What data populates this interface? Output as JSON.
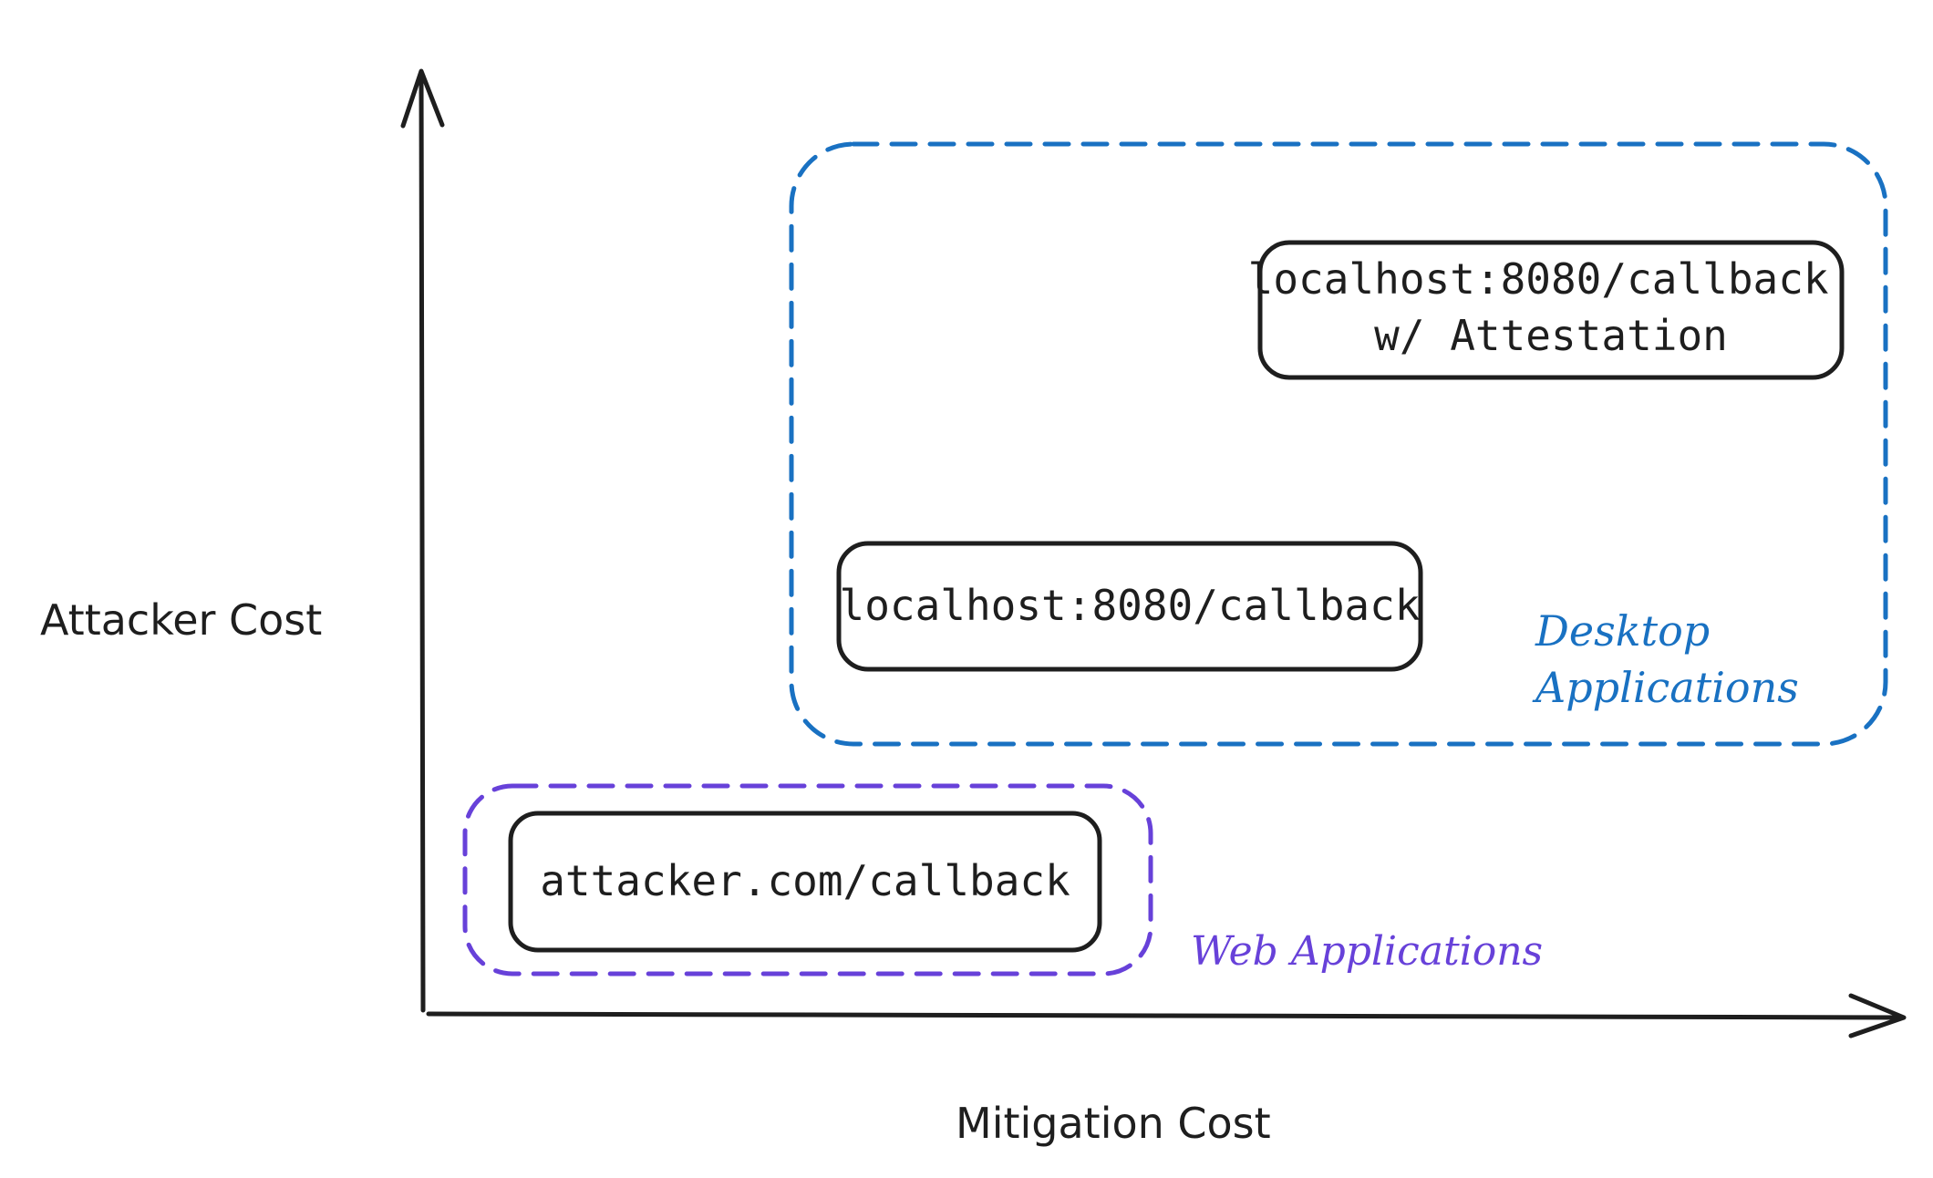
{
  "axes": {
    "y_label": "Attacker Cost",
    "x_label": "Mitigation Cost"
  },
  "groups": {
    "desktop": {
      "label_line1": "Desktop",
      "label_line2": "Applications",
      "color": "#1971c2"
    },
    "web": {
      "label": "Web Applications",
      "color": "#6741d9"
    }
  },
  "nodes": {
    "attestation": {
      "line1": "localhost:8080/callback",
      "line2": "w/ Attestation"
    },
    "localhost": {
      "label": "localhost:8080/callback"
    },
    "attacker": {
      "label": "attacker.com/callback"
    }
  },
  "colors": {
    "ink": "#1e1e1e"
  }
}
